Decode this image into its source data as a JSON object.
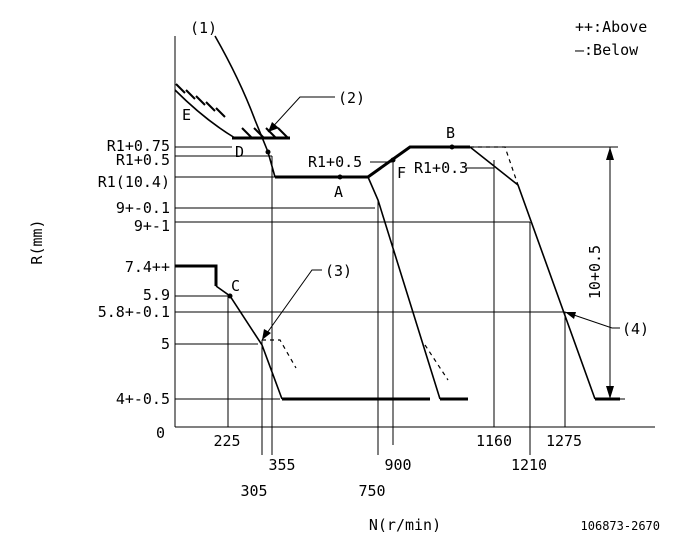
{
  "legend": {
    "above": "++:Above",
    "below": "—:Below"
  },
  "axes": {
    "y_title": "R(mm)",
    "x_title": "N(r/min)",
    "y_ticks": [
      "R1+0.75",
      "R1+0.5",
      "R1(10.4)",
      "9+-0.1",
      "9+-1",
      "7.4++",
      "5.9",
      "5.8+-0.1",
      "5",
      "4+-0.5",
      "0"
    ],
    "x_ticks": [
      "225",
      "355",
      "900",
      "1160",
      "1275",
      "305",
      "750",
      "1210"
    ]
  },
  "callouts": [
    "(1)",
    "(2)",
    "(3)",
    "(4)"
  ],
  "points": [
    "A",
    "B",
    "C",
    "D",
    "E",
    "F"
  ],
  "inline_labels": [
    "R1+0.5",
    "R1+0.3"
  ],
  "dimension_label": "10+0.5",
  "drawing_number": "106873-2670"
}
